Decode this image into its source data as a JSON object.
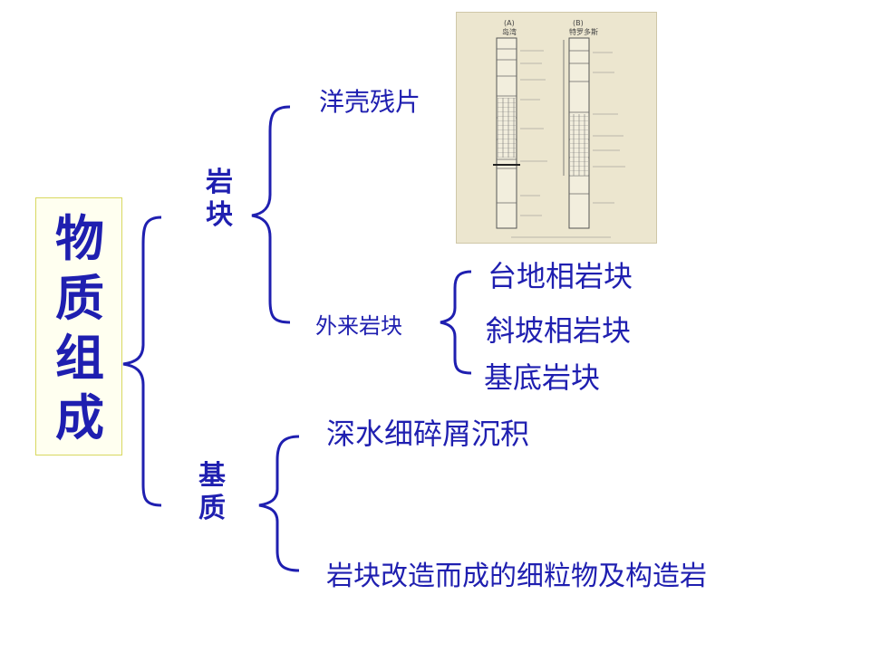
{
  "root": {
    "chars": [
      "物",
      "质",
      "组",
      "成"
    ]
  },
  "branches": [
    {
      "label_chars": [
        "岩",
        "块"
      ],
      "children": [
        {
          "label": "洋壳残片"
        },
        {
          "label": "外来岩块",
          "children": [
            {
              "label": "台地相岩块"
            },
            {
              "label": "斜坡相岩块"
            },
            {
              "label": "基底岩块"
            }
          ]
        }
      ]
    },
    {
      "label_chars": [
        "基",
        "质"
      ],
      "children": [
        {
          "label": "深水细碎屑沉积"
        },
        {
          "label": "岩块改造而成的细粒物及构造岩"
        }
      ]
    }
  ],
  "photo": {
    "description": "stratigraphic column figure",
    "column_a_title": "(A)",
    "column_a_name": "岛湾",
    "column_b_title": "(B)",
    "column_b_name": "特罗多斯"
  },
  "colors": {
    "text": "#1f1fb0",
    "bracket": "#1f1fb0",
    "root_border": "#d8d860"
  }
}
